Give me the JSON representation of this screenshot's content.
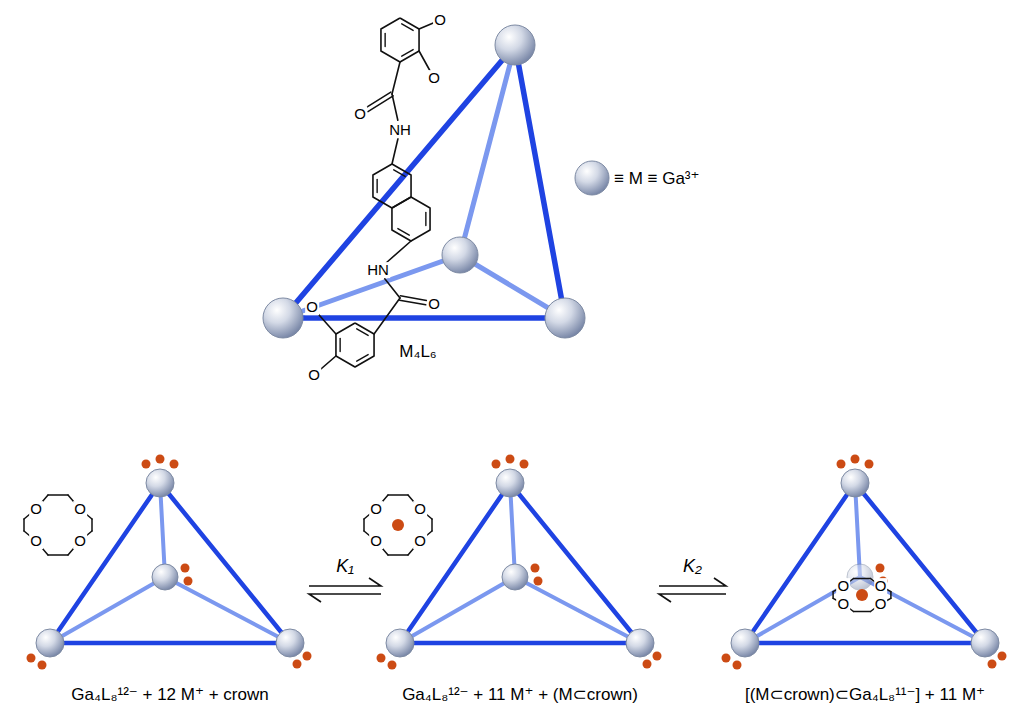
{
  "diagram": {
    "nodes": [
      {
        "text": [
          "Ga₄L₈¹²⁻ + 12 M⁺ + crown"
        ]
      },
      {
        "text": [
          "Ga₄L₈¹²⁻ + 11 M⁺ + (M⊂crown)"
        ]
      },
      {
        "text": [
          "[(M⊂crown)⊂Ga₄L₈¹¹⁻] + 11 M⁺"
        ]
      }
    ],
    "edges": [
      {
        "from": 0,
        "to": 1,
        "arrow": "both",
        "label": "K₁"
      },
      {
        "from": 1,
        "to": 2,
        "arrow": "both",
        "label": "K₂"
      }
    ],
    "labels": [
      "O",
      "O",
      "O",
      "NH",
      "HN",
      "O",
      "O",
      "O",
      "M₄L₆",
      "O",
      "O",
      "O",
      "O",
      "O",
      "O",
      "O",
      "O",
      "O",
      "O",
      "O",
      "O"
    ],
    "legend": [
      {
        "text": "≡ M ≡ Ga³⁺"
      }
    ]
  }
}
